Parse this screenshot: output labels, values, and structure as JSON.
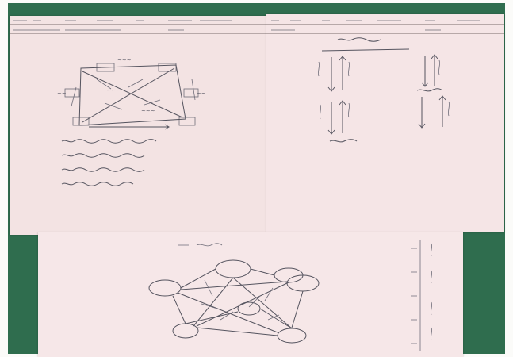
{
  "scene": {
    "board_color": "#2f6d4e",
    "paper_color": "#f3e3e3",
    "ink_color": "#55545f",
    "header_ink_color": "#8a7c95"
  },
  "sheets": [
    {
      "id": "sheet-top-left",
      "content": "hand-drawn relationship diagram with four short handwritten lines"
    },
    {
      "id": "sheet-top-right",
      "content": "hand-drawn flow diagram with vertical arrows"
    },
    {
      "id": "sheet-bottom",
      "content": "hand-drawn network of circled nodes with crossing lines"
    }
  ]
}
